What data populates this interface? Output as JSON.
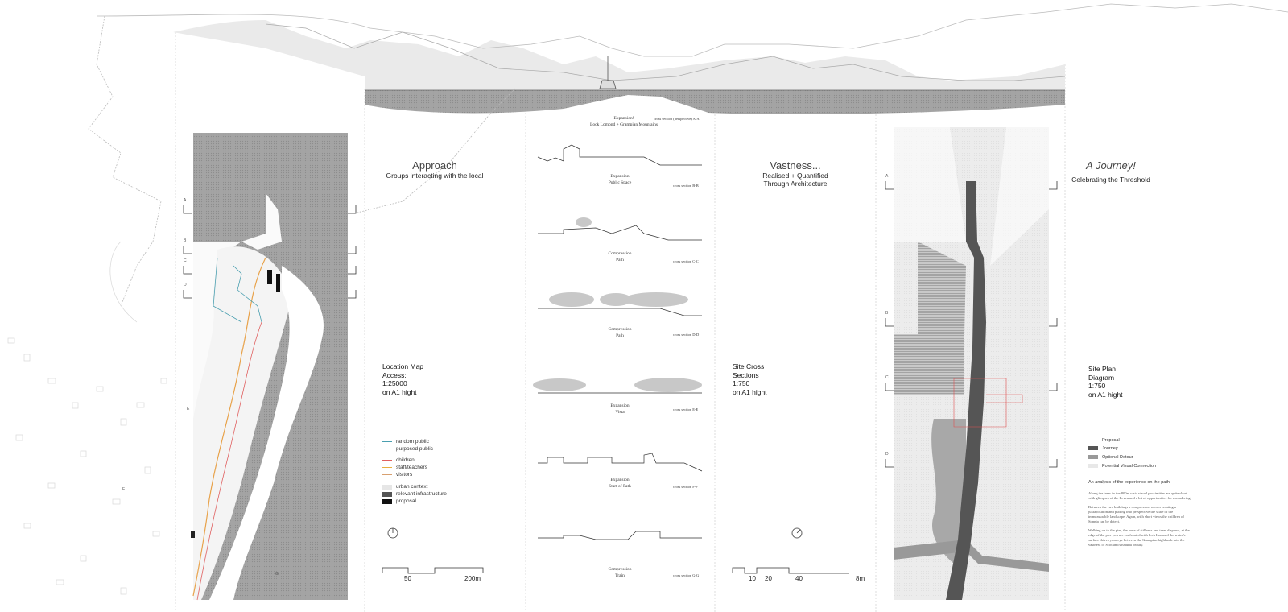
{
  "colors": {
    "water": "#9a9a9a",
    "land": "#efefef",
    "random_public": "#4a9fb0",
    "purposed_public": "#3d6f80",
    "children": "#e06060",
    "staff": "#e8b040",
    "visitors": "#d8a070",
    "proposal_red": "#e05050"
  },
  "top_section": {
    "title_line1": "Expansion!",
    "title_line2": "Lock Lomond + Grampian Mountains",
    "label": "cross section (perspective) A-A"
  },
  "approach": {
    "title": "Approach",
    "subtitle": "Groups interacting with the local",
    "info": [
      "Location Map",
      "Access:",
      "1:25000",
      "on A1 hight"
    ],
    "legend": [
      {
        "label": "random public"
      },
      {
        "label": "purposed public"
      },
      {
        "label": "children"
      },
      {
        "label": "staff/teachers"
      },
      {
        "label": "visitors"
      },
      {
        "label": "urban context"
      },
      {
        "label": "relevant infrastructure"
      },
      {
        "label": "proposal"
      }
    ],
    "scale": [
      "50",
      "200m"
    ],
    "section_letters": [
      "A",
      "B",
      "C",
      "D",
      "E",
      "F",
      "G"
    ]
  },
  "sections": [
    {
      "caption": [
        "Expansion",
        "Public Space"
      ],
      "label": "cross section B-B"
    },
    {
      "caption": [
        "Compression",
        "Path"
      ],
      "label": "cross section C-C"
    },
    {
      "caption": [
        "Compression",
        "Path"
      ],
      "label": "cross section D-D"
    },
    {
      "caption": [
        "Expansion",
        "Vista"
      ],
      "label": "cross section E-E"
    },
    {
      "caption": [
        "Expansion",
        "Start of Path"
      ],
      "label": "cross section F-F"
    },
    {
      "caption": [
        "Compression",
        "Train"
      ],
      "label": "cross section G-G"
    }
  ],
  "vastness": {
    "title": "Vastness...",
    "subtitle_line1": "Realised + Quantified",
    "subtitle_line2": "Through Architecture",
    "info": [
      "Site Cross",
      "Sections",
      "1:750",
      "on A1 hight"
    ],
    "scale": [
      "10",
      "20",
      "40",
      "8m"
    ]
  },
  "journey": {
    "title": "A Journey!",
    "subtitle": "Celebrating the Threshold",
    "info": [
      "Site Plan",
      "Diagram",
      "1:750",
      "on A1 hight"
    ],
    "legend": [
      {
        "label": "Proposal"
      },
      {
        "label": "Journey"
      },
      {
        "label": "Optional Detour"
      },
      {
        "label": "Potential Visual Connection"
      }
    ],
    "analysis_title": "An analysis of the experience on the path",
    "paragraphs": [
      "Along the trees in the 800m vista visual proximities are quite short with glimpses of the Leven and a lot of opportunities for meandering.",
      "Between the two buildings a compression occurs creating a juxtaposition and putting into perspective the scale of the immeasurable landscape. Again, with short views the children of Sonnta can be detect.",
      "Walking on to the pier, the zone of stillness and trees disperse, at the edge of the pier you are confronted with loch Lomond the water's surface drives your eye between the Grampian highlands into the vastness of Scotland's natural beauty."
    ],
    "section_letters": [
      "A",
      "B",
      "C",
      "D"
    ]
  }
}
